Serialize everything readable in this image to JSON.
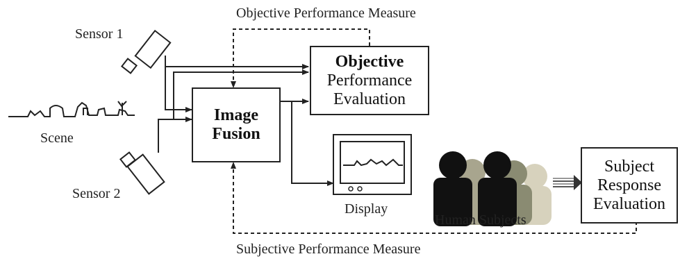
{
  "labels": {
    "objective_measure": "Objective Performance Measure",
    "subjective_measure": "Subjective Performance Measure",
    "sensor1": "Sensor 1",
    "sensor2": "Sensor 2",
    "scene": "Scene",
    "display": "Display",
    "human_subjects": "Human Subjects"
  },
  "boxes": {
    "image_fusion": {
      "line1": "Image",
      "line2": "Fusion"
    },
    "objective_eval": {
      "line1": "Objective",
      "line2": "Performance",
      "line3": "Evaluation"
    },
    "subject_eval": {
      "line1": "Subject",
      "line2": "Response",
      "line3": "Evaluation"
    }
  }
}
